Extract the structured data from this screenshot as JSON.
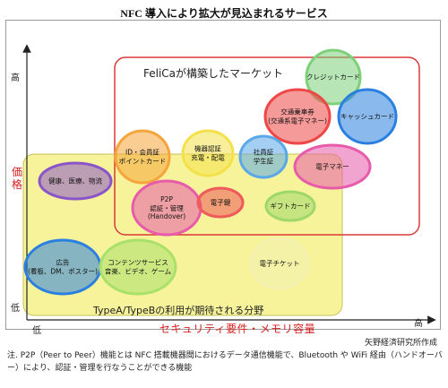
{
  "title": "NFC 導入により拡大が見込まれるサービス",
  "axes": {
    "y_high": "高",
    "y_low": "低",
    "y_label": "価格",
    "x_low": "低",
    "x_high": "高",
    "x_label": "セキュリティ要件・メモリ容量"
  },
  "regions": {
    "felica": "FeliCaが構築したマーケット",
    "typeab": "TypeA/TypeBの利用が期待される分野"
  },
  "colors": {
    "felica_border": "#d83a3a",
    "typeab_fill": "#f6f39b",
    "typeab_border": "#c9c25a",
    "axis": "#222222"
  },
  "bubbles": [
    {
      "id": "credit-card",
      "lines": [
        "クレジットカード"
      ],
      "color": "#7ed07a"
    },
    {
      "id": "transit-ticket",
      "lines": [
        "交通乗車券",
        "(交通系電子マネー)"
      ],
      "color": "#ef4646"
    },
    {
      "id": "cash-card",
      "lines": [
        "キャッシュカード"
      ],
      "color": "#2a7fe0"
    },
    {
      "id": "id-member-card",
      "lines": [
        "ID・会員証",
        "ポイントカード"
      ],
      "color": "#f5a53b"
    },
    {
      "id": "device-auth",
      "lines": [
        "機器認証",
        "充電・配電"
      ],
      "color": "#f4e04a"
    },
    {
      "id": "employee-id",
      "lines": [
        "社員証",
        "学生証"
      ],
      "color": "#5aa8e8"
    },
    {
      "id": "e-money",
      "lines": [
        "電子マネー"
      ],
      "color": "#e85aaa"
    },
    {
      "id": "health-medical",
      "lines": [
        "健康、医療、物流"
      ],
      "color": "#8a55c8"
    },
    {
      "id": "p2p-auth",
      "lines": [
        "P2P",
        "認証・管理",
        "(Handover)"
      ],
      "color": "#e85aaa"
    },
    {
      "id": "e-key",
      "lines": [
        "電子鍵"
      ],
      "color": "#ef5a5a"
    },
    {
      "id": "gift-card",
      "lines": [
        "ギフトカード"
      ],
      "color": "#9ed86a"
    },
    {
      "id": "advertising",
      "lines": [
        "広告",
        "(看板、DM、ポスター)"
      ],
      "color": "#2a7fe0"
    },
    {
      "id": "content-services",
      "lines": [
        "コンテンツサービス",
        "音楽、ビデオ、ゲーム"
      ],
      "color": "#a8e06a"
    },
    {
      "id": "e-ticket",
      "lines": [
        "電子チケット"
      ],
      "color": "#f3f0b0"
    }
  ],
  "source": "矢野経済研究所作成",
  "note": "注. P2P（Peer to Peer）機能とは NFC 搭載機器間におけるデータ通信機能で、Bluetooth や WiFi 経由（ハンドオーバー）により、認証・管理を行なうことができる機能"
}
